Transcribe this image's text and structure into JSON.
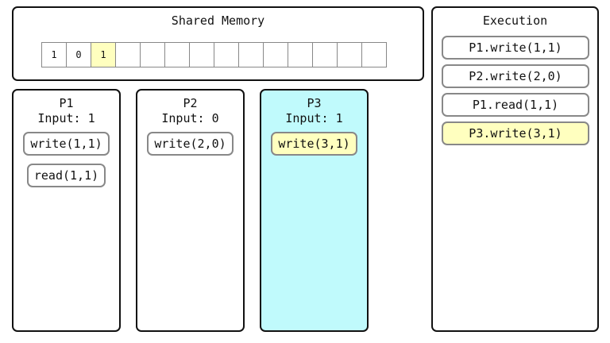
{
  "shared_memory": {
    "title": "Shared Memory",
    "cells": [
      "1",
      "0",
      "1",
      "",
      "",
      "",
      "",
      "",
      "",
      "",
      "",
      "",
      "",
      ""
    ],
    "highlight_index": 2,
    "highlight_color": "#ffffbf"
  },
  "processes": [
    {
      "name": "P1",
      "input": "Input: 1",
      "ops": [
        "write(1,1)",
        "read(1,1)"
      ]
    },
    {
      "name": "P2",
      "input": "Input: 0",
      "ops": [
        "write(2,0)"
      ]
    },
    {
      "name": "P3",
      "input": "Input: 1",
      "ops": [
        "write(3,1)"
      ],
      "active": true,
      "active_color": "#c0fafc",
      "highlight_op": 0
    }
  ],
  "execution": {
    "title": "Execution",
    "items": [
      "P1.write(1,1)",
      "P2.write(2,0)",
      "P1.read(1,1)",
      "P3.write(3,1)"
    ],
    "highlight_index": 3
  }
}
